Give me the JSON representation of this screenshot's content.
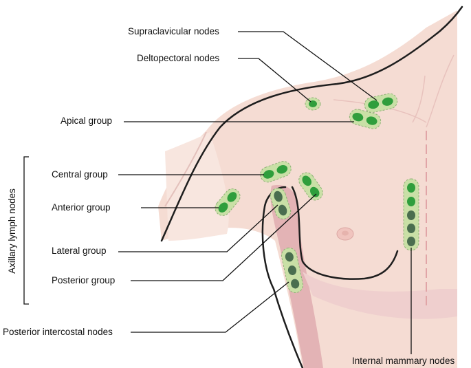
{
  "labels": {
    "supraclavicular": "Supraclavicular nodes",
    "deltopectoral": "Deltopectoral nodes",
    "apical": "Apical group",
    "central": "Central group",
    "anterior": "Anterior group",
    "lateral": "Lateral group",
    "posterior": "Posterior group",
    "posterior_intercostal": "Posterior intercostal nodes",
    "internal_mammary": "Internal mammary nodes",
    "axillary_bracket": "Axillary lymph nodes"
  },
  "colors": {
    "skin": "#f5dcd3",
    "skin_light": "#f8e6df",
    "shadow": "#e3b3b5",
    "outline": "#1e1e1e",
    "node_halo": "#c9e0a6",
    "node_dark": "#4a6e4f",
    "node_green": "#2f9e3c",
    "leader": "#111111"
  }
}
